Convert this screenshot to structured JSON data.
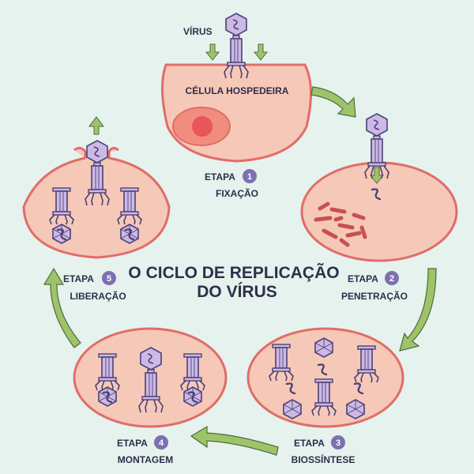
{
  "title": {
    "line1": "O CICLO DE REPLICAÇÃO",
    "line2": "DO VÍRUS"
  },
  "virus_label": "VÍRUS",
  "host_cell_label": "CÉLULA HOSPEDEIRA",
  "stage_word": "ETAPA",
  "stages": [
    {
      "number": "1",
      "name": "FIXAÇÃO"
    },
    {
      "number": "2",
      "name": "PENETRAÇÃO"
    },
    {
      "number": "3",
      "name": "BIOSSÍNTESE"
    },
    {
      "number": "4",
      "name": "MONTAGEM"
    },
    {
      "number": "5",
      "name": "LIBERAÇÃO"
    }
  ],
  "colors": {
    "background": "#e6f2ee",
    "cell_fill": "#f6c8b8",
    "cell_stroke": "#e06d68",
    "arrow": "#9ec46a",
    "virus_fill": "#cdb9e6",
    "virus_stroke": "#4b4275",
    "badge": "#7d70b0",
    "nucleus": "#e8555a"
  }
}
